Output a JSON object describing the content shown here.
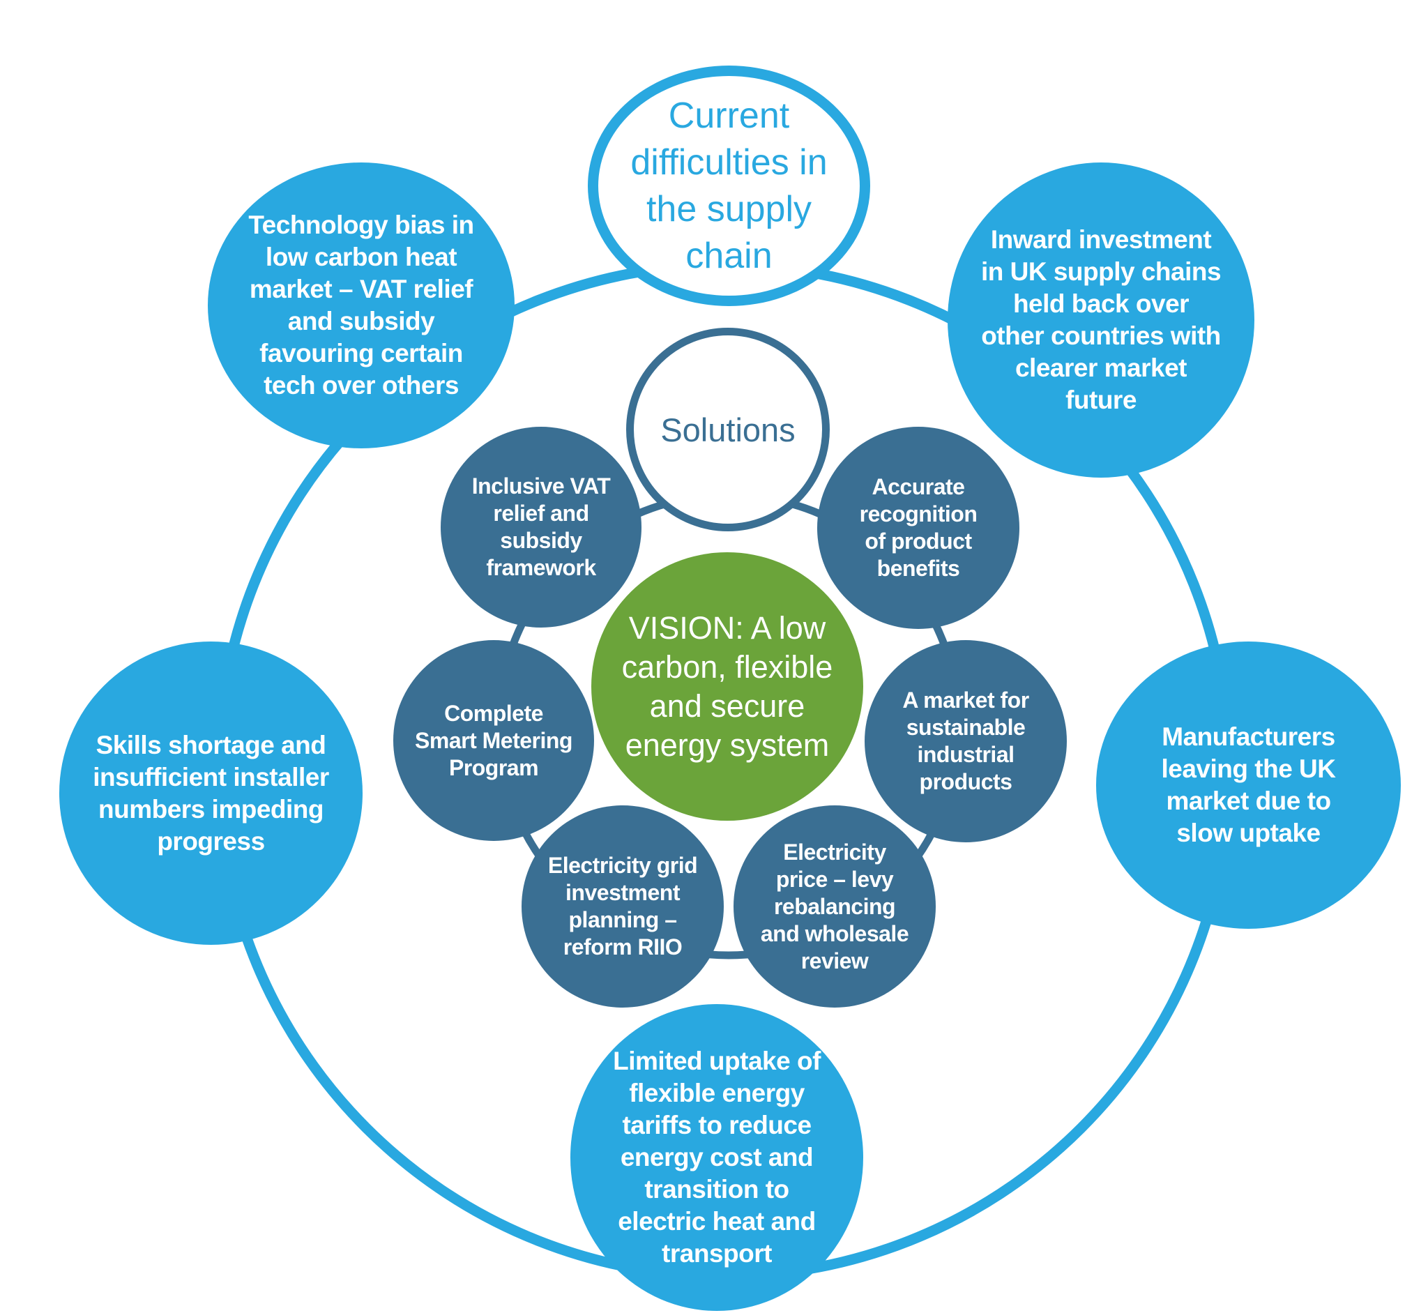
{
  "outer_ring": {
    "title": "Current difficulties in the supply chain",
    "items": [
      "Technology bias in low carbon heat market – VAT relief and subsidy favouring certain tech over others",
      "Inward investment in UK supply chains held back over other countries with clearer market future",
      "Skills shortage and insufficient installer numbers impeding progress",
      "Manufacturers leaving the UK market due to slow uptake",
      "Limited uptake of flexible energy tariffs to reduce energy cost and transition to electric heat and transport"
    ]
  },
  "inner_ring": {
    "title": "Solutions",
    "items": [
      "Inclusive VAT relief and subsidy framework",
      "Accurate recognition of product benefits",
      "Complete Smart Metering Program",
      "A market for sustainable industrial products",
      "Electricity grid investment planning – reform RIIO",
      "Electricity price – levy rebalancing and wholesale review"
    ]
  },
  "center": {
    "text": "VISION: A low carbon, flexible and secure energy system"
  },
  "colors": {
    "outer_blue": "#29a8e0",
    "inner_navy": "#3a6f93",
    "vision_green": "#6ba43a",
    "background": "#ffffff"
  }
}
